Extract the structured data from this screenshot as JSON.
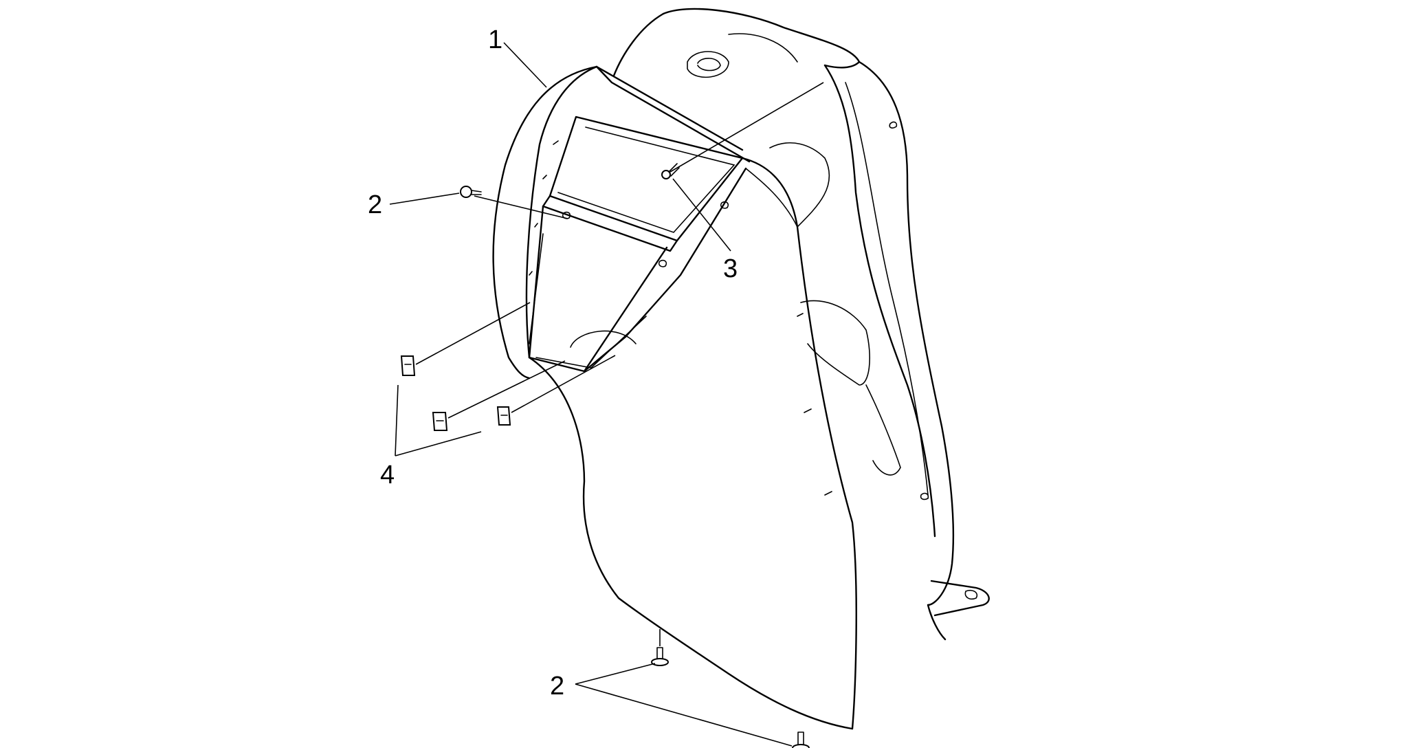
{
  "callouts": [
    {
      "id": "callout-1",
      "label": "1"
    },
    {
      "id": "callout-2-upper",
      "label": "2"
    },
    {
      "id": "callout-3",
      "label": "3"
    },
    {
      "id": "callout-4",
      "label": "4"
    },
    {
      "id": "callout-2-lower",
      "label": "2"
    }
  ]
}
